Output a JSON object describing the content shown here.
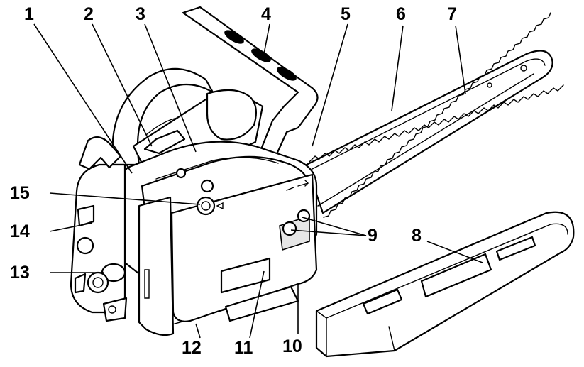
{
  "diagram": {
    "labels": [
      {
        "id": "1",
        "text": "1"
      },
      {
        "id": "2",
        "text": "2"
      },
      {
        "id": "3",
        "text": "3"
      },
      {
        "id": "4",
        "text": "4"
      },
      {
        "id": "5",
        "text": "5"
      },
      {
        "id": "6",
        "text": "6"
      },
      {
        "id": "7",
        "text": "7"
      },
      {
        "id": "8",
        "text": "8"
      },
      {
        "id": "9",
        "text": "9"
      },
      {
        "id": "10",
        "text": "10"
      },
      {
        "id": "11",
        "text": "11"
      },
      {
        "id": "12",
        "text": "12"
      },
      {
        "id": "13",
        "text": "13"
      },
      {
        "id": "14",
        "text": "14"
      },
      {
        "id": "15",
        "text": "15"
      }
    ],
    "colors": {
      "line": "#000000",
      "fill": "#ffffff"
    }
  }
}
